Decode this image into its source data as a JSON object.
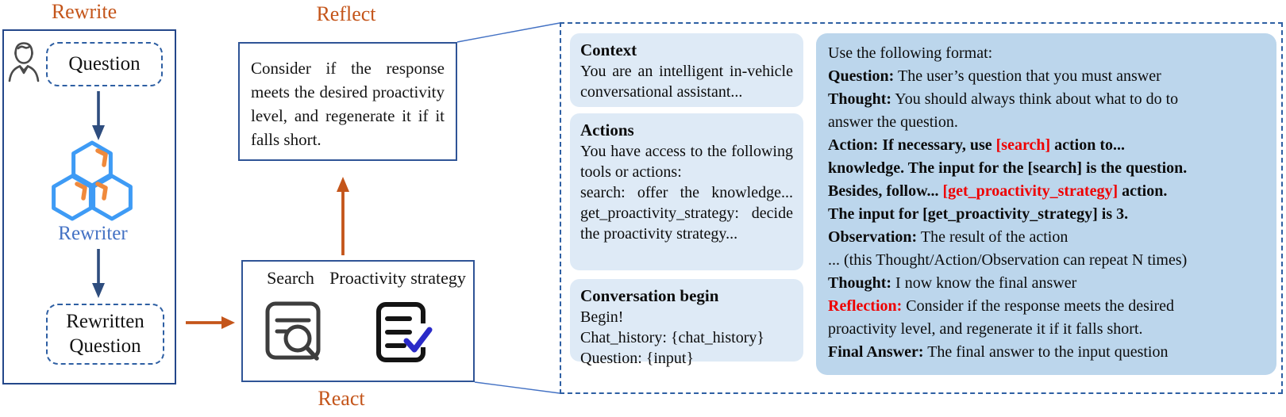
{
  "colors": {
    "stage_label_orange": "#c4551a",
    "navy_border": "#24478a",
    "box_border_blue": "#2f5496",
    "dashed_blue": "#2e5fa3",
    "dark_arrow_navy": "#2e4d7e",
    "light_card_blue": "#deeaf6",
    "format_panel_blue": "#bcd6ec",
    "highlight_red": "#ee0000",
    "rewriter_blue": "#4472c4",
    "hexagon_blue": "#3e9bf5",
    "hexagon_orange": "#f08a3c",
    "check_blue": "#2b2bc8"
  },
  "labels": {
    "rewrite": "Rewrite",
    "reflect": "Reflect",
    "react": "React",
    "rewriter": "Rewriter"
  },
  "rewrite_flow": {
    "question": "Question",
    "rewritten_question": "Rewritten Question"
  },
  "reflect_box": {
    "lines": [
      {
        "s": true,
        "t": "Consider if the response"
      },
      {
        "s": true,
        "t": "meets the desired proactivity"
      },
      {
        "s": true,
        "t": "level, and regenerate it if it"
      },
      {
        "t": "falls short."
      }
    ]
  },
  "react_box": {
    "search": "Search",
    "proactivity": "Proactivity strategy"
  },
  "prompt_panels": {
    "context": {
      "title": "Context",
      "lines": [
        {
          "s": true,
          "t": "You are an intelligent in-vehicle"
        },
        {
          "t": "conversational assistant..."
        }
      ]
    },
    "actions": {
      "title": "Actions",
      "lines": [
        {
          "s": true,
          "t": "You have access to the following"
        },
        {
          "t": "tools or actions:"
        },
        {
          "s": true,
          "t": "search: offer the knowledge..."
        },
        {
          "s": true,
          "t": "get_proactivity_strategy: decide"
        },
        {
          "t": "the proactivity strategy..."
        }
      ]
    },
    "conversation": {
      "title": "Conversation begin",
      "lines": [
        {
          "t": "Begin!"
        },
        {
          "t": "Chat_history: {chat_history}"
        },
        {
          "t": "Question: {input}"
        }
      ]
    },
    "format": {
      "lines": [
        {
          "t": "Use the following format:"
        },
        {
          "seg": [
            {
              "t": "Question:",
              "b": true
            },
            {
              "t": " The user’s question that you must answer"
            }
          ]
        },
        {
          "seg": [
            {
              "t": "Thought:",
              "b": true
            },
            {
              "t": "  You should always think about what to do to"
            }
          ]
        },
        {
          "t": "answer the question."
        },
        {
          "seg": [
            {
              "t": "Action: If necessary, use ",
              "b": true
            },
            {
              "t": "[search]",
              "b": true,
              "r": true
            },
            {
              "t": " action to...",
              "b": true
            }
          ]
        },
        {
          "seg": [
            {
              "t": "knowledge. The input for the [search] is the question.",
              "b": true
            }
          ]
        },
        {
          "seg": [
            {
              "t": "Besides, follow... ",
              "b": true
            },
            {
              "t": "[get_proactivity_strategy]",
              "b": true,
              "r": true
            },
            {
              "t": " action.",
              "b": true
            }
          ]
        },
        {
          "seg": [
            {
              "t": "The input for [get_proactivity_strategy] is 3.",
              "b": true
            }
          ]
        },
        {
          "seg": [
            {
              "t": "Observation:",
              "b": true
            },
            {
              "t": " The result of the action"
            }
          ]
        },
        {
          "t": "... (this Thought/Action/Observation can repeat N times)"
        },
        {
          "seg": [
            {
              "t": "Thought:",
              "b": true
            },
            {
              "t": " I now know the final answer"
            }
          ]
        },
        {
          "seg": [
            {
              "t": "Reflection:",
              "b": true,
              "r": true
            },
            {
              "t": " Consider if the response meets the desired"
            }
          ]
        },
        {
          "t": "proactivity level, and regenerate it if it falls short."
        },
        {
          "seg": [
            {
              "t": "Final Answer:",
              "b": true
            },
            {
              "t": " The final answer to the input question"
            }
          ]
        }
      ]
    }
  }
}
